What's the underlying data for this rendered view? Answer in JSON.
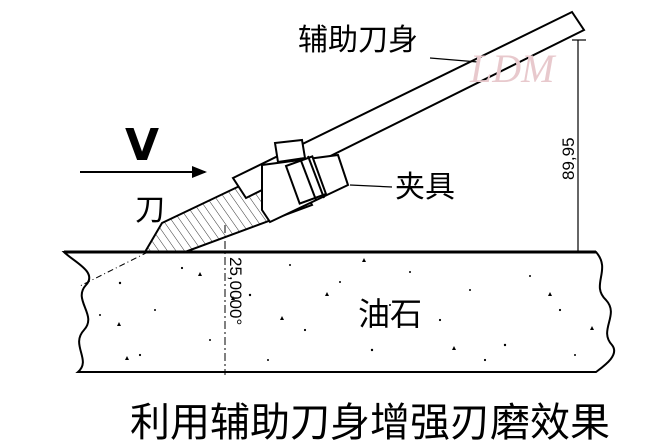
{
  "labels": {
    "aux_blade": "辅助刀身",
    "velocity": "V",
    "blade": "刀",
    "clamp": "夹具",
    "oilstone": "油石",
    "caption": "利用辅助刀身增强刃磨效果"
  },
  "dimensions": {
    "height": "89,95",
    "angle": "25,0000°"
  },
  "watermark": "LDM",
  "colors": {
    "line": "#000000",
    "watermark": "#e8c9cd"
  }
}
